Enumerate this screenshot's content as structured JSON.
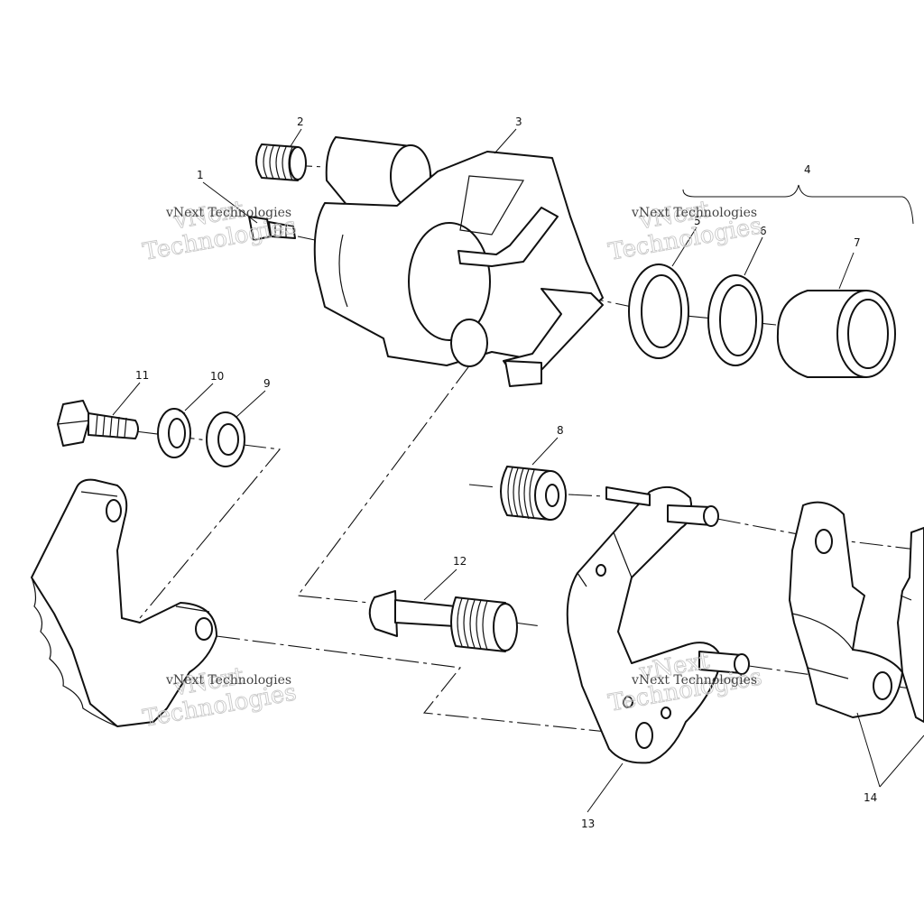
{
  "diagram": {
    "callouts": [
      {
        "id": "1",
        "label": "1"
      },
      {
        "id": "2",
        "label": "2"
      },
      {
        "id": "3",
        "label": "3"
      },
      {
        "id": "4",
        "label": "4"
      },
      {
        "id": "5",
        "label": "5"
      },
      {
        "id": "6",
        "label": "6"
      },
      {
        "id": "7",
        "label": "7"
      },
      {
        "id": "8",
        "label": "8"
      },
      {
        "id": "9",
        "label": "9"
      },
      {
        "id": "10",
        "label": "10"
      },
      {
        "id": "11",
        "label": "11"
      },
      {
        "id": "12",
        "label": "12"
      },
      {
        "id": "13",
        "label": "13"
      },
      {
        "id": "14",
        "label": "14"
      }
    ],
    "watermark": {
      "brand_line1": "vNext",
      "brand_line2": "Technologies",
      "small_text": "vNext Technologies"
    }
  }
}
